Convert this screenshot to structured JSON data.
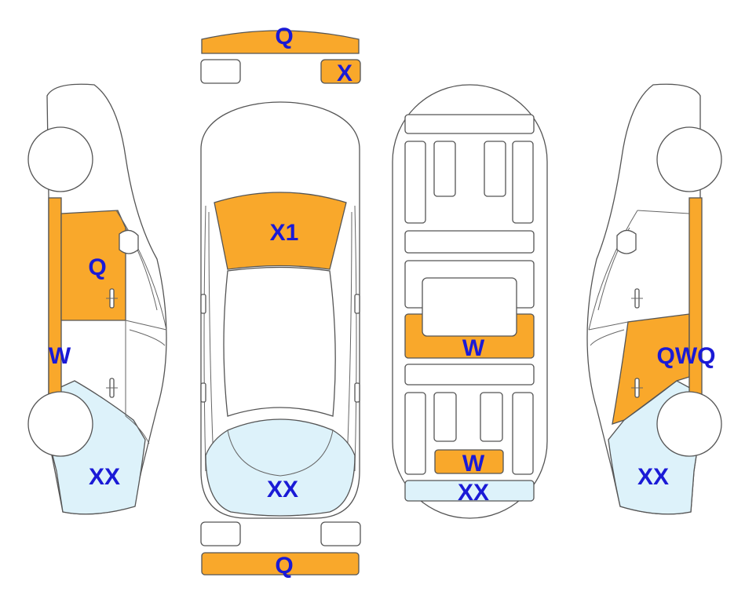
{
  "colors": {
    "damage_orange": "#f9a82b",
    "damage_lightblue": "#ddf2fa",
    "label_blue": "#1a1ad6",
    "outline": "#555555"
  },
  "labels": {
    "front_bumper": "Q",
    "front_small_part": "X",
    "hood": "X1",
    "rear_windshield_top": "XX",
    "rear_bumper": "Q",
    "left_front_door": "Q",
    "left_sill": "W",
    "left_rear": "XX",
    "floor_middle": "W",
    "floor_rear_small": "W",
    "floor_rear_strip": "XX",
    "right_door_codes": "QWQ",
    "right_rear": "XX"
  }
}
